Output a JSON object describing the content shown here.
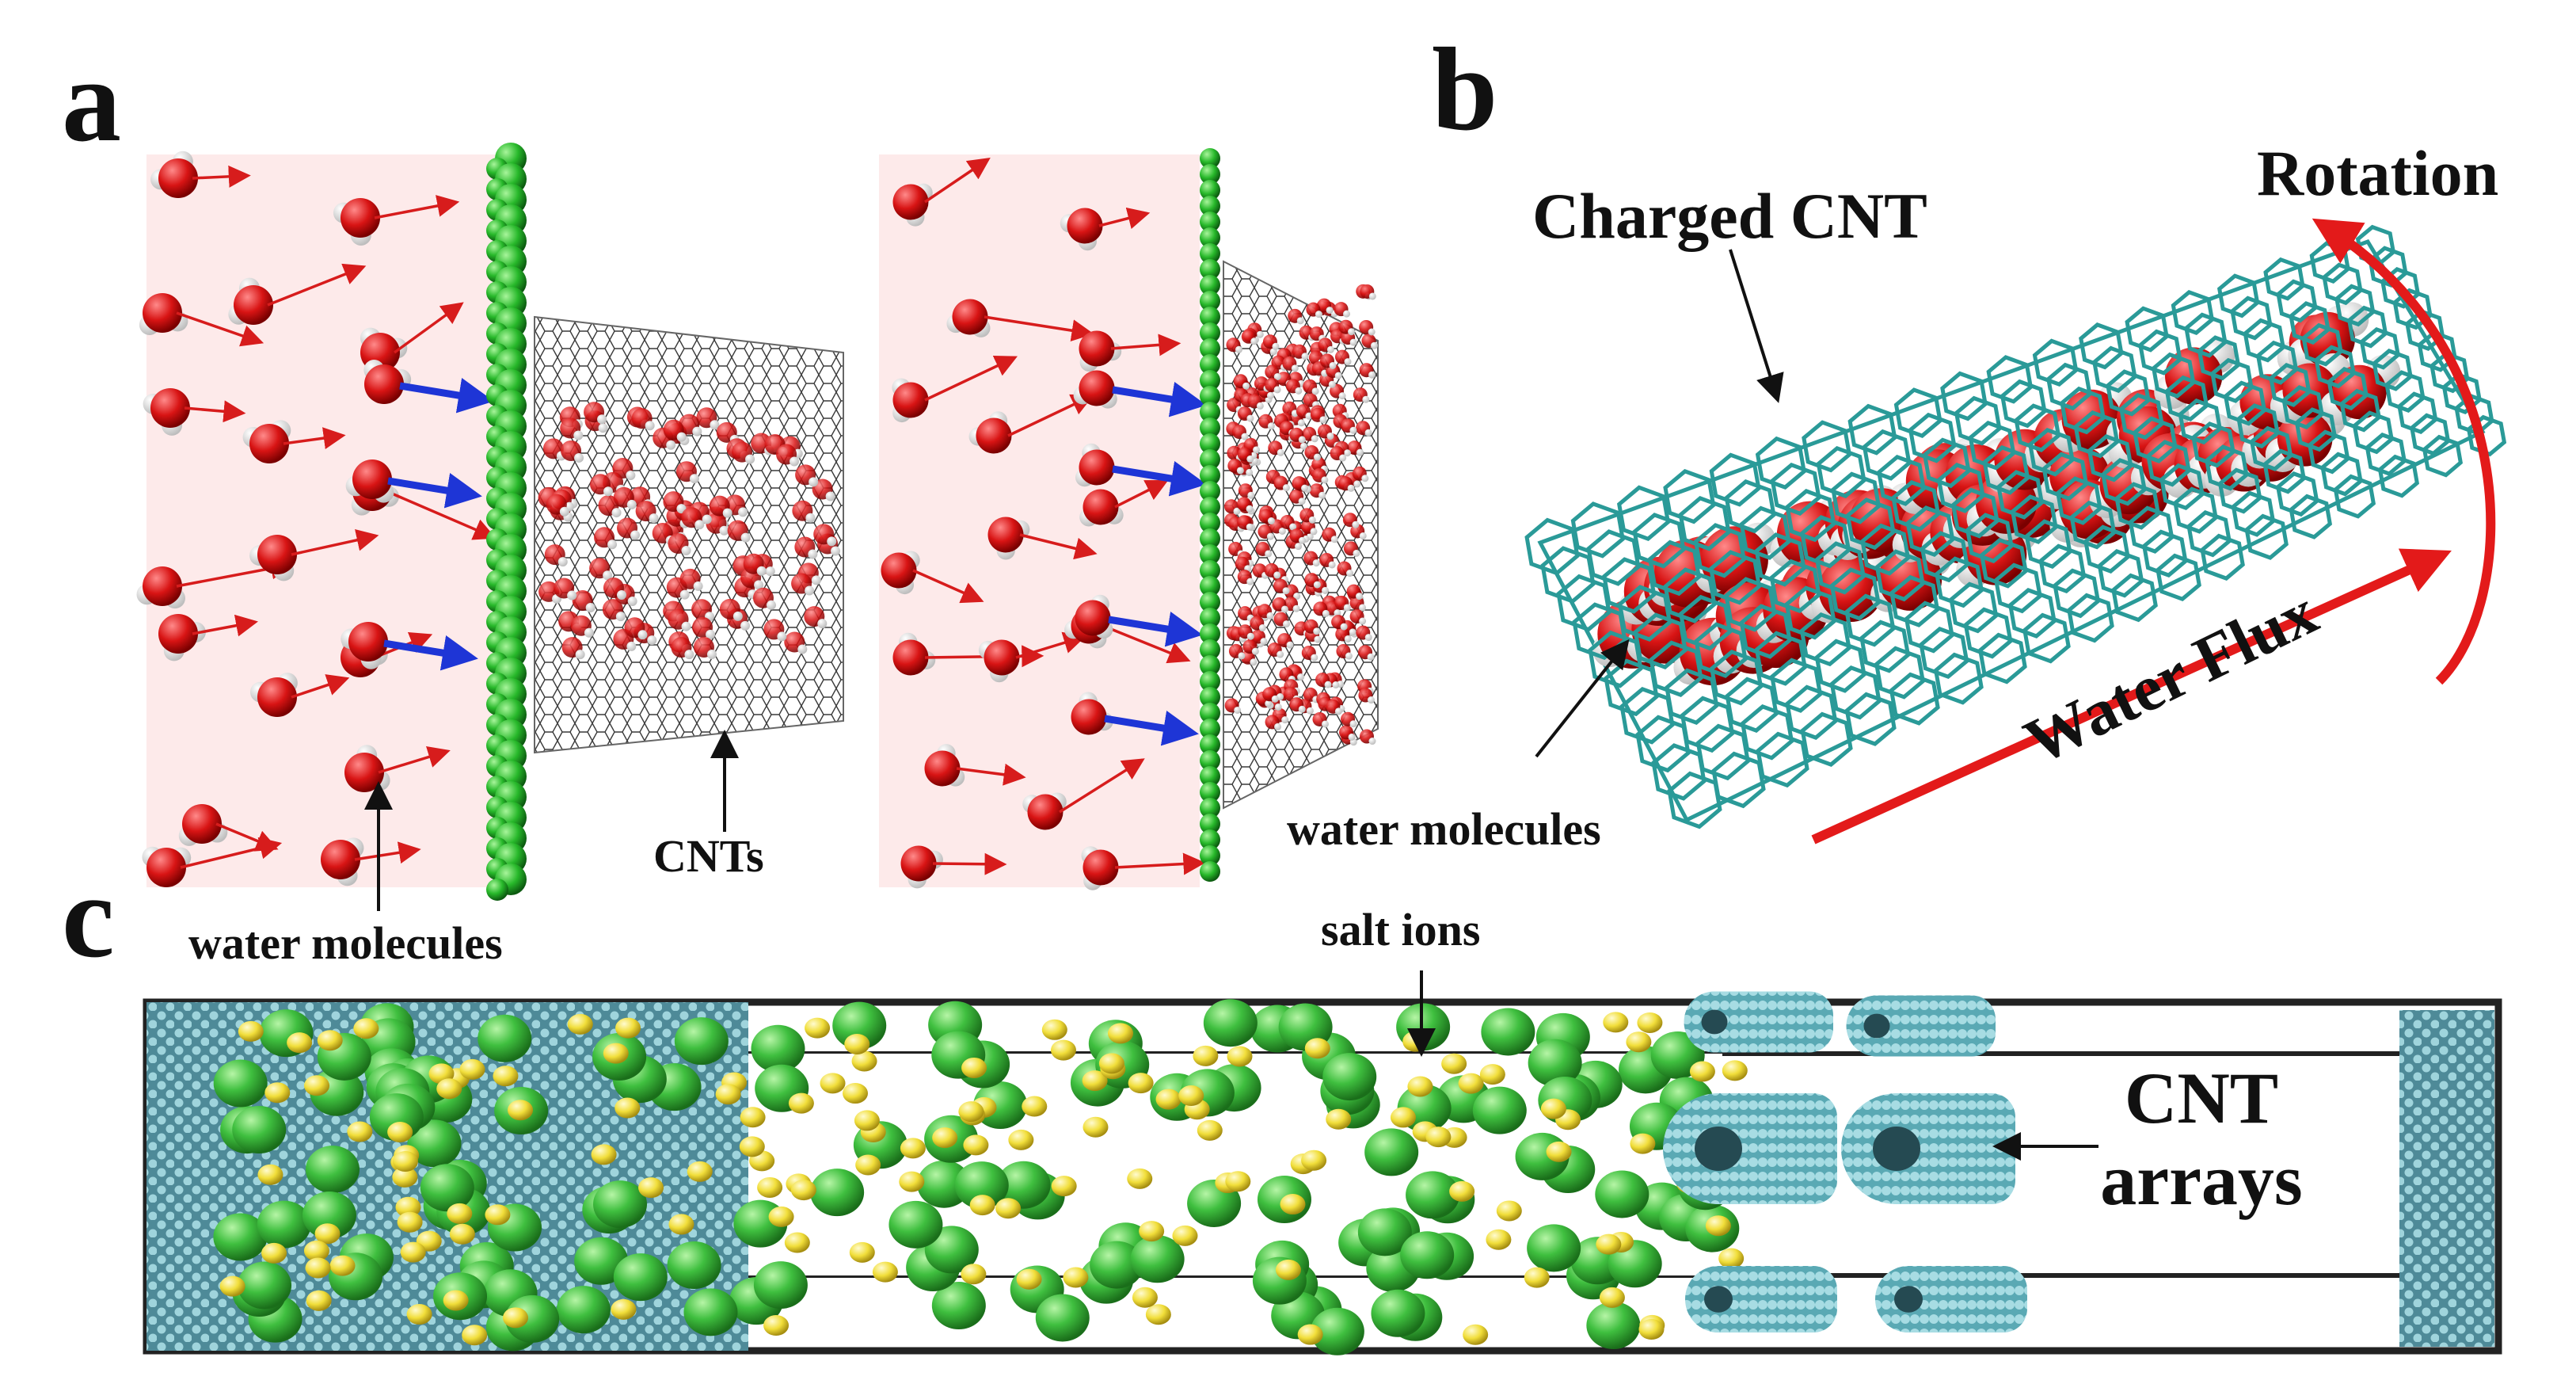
{
  "panels": {
    "a": {
      "letter": "a",
      "labels": {
        "water_molecules": "water molecules",
        "cnts": "CNTs"
      }
    },
    "b": {
      "letter": "b",
      "labels": {
        "charged_cnt": "Charged CNT",
        "rotation": "Rotation",
        "water_flux": "Water Flux",
        "water_molecules": "water molecules"
      }
    },
    "c": {
      "letter": "c",
      "labels": {
        "salt_ions": "salt ions",
        "cnt_arrays_line1": "CNT",
        "cnt_arrays_line2": "arrays"
      }
    }
  },
  "colors": {
    "water_bg": "#fdeaea",
    "oxygen": "#d81414",
    "hydrogen": "#f2f2f2",
    "membrane": "#27b82a",
    "cnt_mesh": "#2a9a98",
    "cnt_tube": "#79c6cf",
    "salt_green": "#3fbf3f",
    "salt_yellow": "#f1de3a",
    "arrow_red": "#d71c1c",
    "arrow_blue": "#1e35d6"
  }
}
